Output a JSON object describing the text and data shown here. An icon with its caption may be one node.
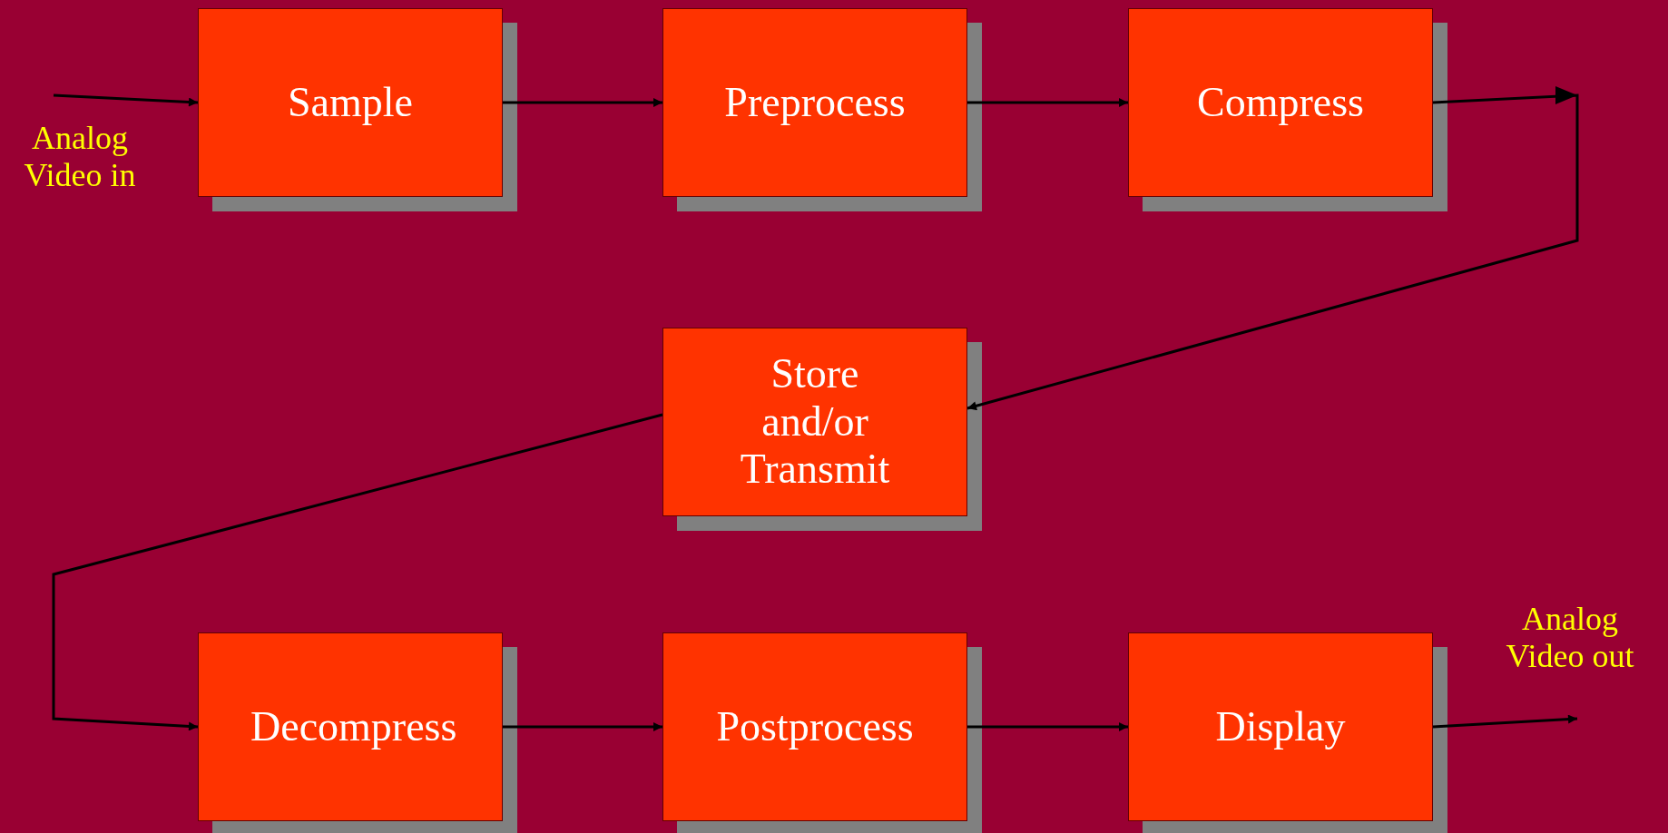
{
  "diagram": {
    "nodes": [
      {
        "text": [
          "Sample"
        ]
      },
      {
        "text": [
          "Preprocess"
        ]
      },
      {
        "text": [
          "Compress"
        ]
      },
      {
        "text": [
          "Store and/or Transmit"
        ]
      },
      {
        "text": [
          "Decompress"
        ]
      },
      {
        "text": [
          "Postprocess"
        ]
      },
      {
        "text": [
          "Display"
        ]
      }
    ],
    "edges": [
      {
        "from": null,
        "to": 0,
        "arrow": "to"
      },
      {
        "from": 0,
        "to": 1,
        "arrow": "to"
      },
      {
        "from": 1,
        "to": 2,
        "arrow": "to"
      },
      {
        "from": 2,
        "to": 3,
        "arrow": "to"
      },
      {
        "from": 3,
        "to": 4,
        "arrow": "to"
      },
      {
        "from": 4,
        "to": 5,
        "arrow": "to"
      },
      {
        "from": 5,
        "to": 6,
        "arrow": "to"
      },
      {
        "from": 6,
        "to": null,
        "arrow": "to"
      }
    ],
    "labels": [
      "Analog Video in",
      "Analog Video out"
    ]
  }
}
